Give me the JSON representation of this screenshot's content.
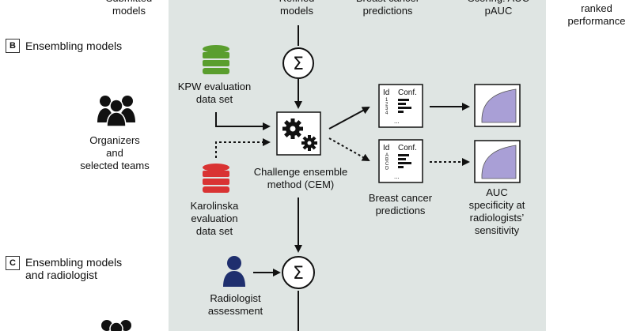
{
  "top": {
    "submitted_models": "Submitted\nmodels",
    "refined_models": "Refined\nmodels",
    "breast_cancer_predictions": "Breast cancer\npredictions",
    "scoring": "Scoring: AUC\npAUC",
    "ranked_performance": "ranked\nperformance"
  },
  "section_b": {
    "letter": "B",
    "title": "Ensembling models",
    "organizers": "Organizers\nand\nselected teams",
    "kpw": "KPW evaluation\ndata set",
    "karolinska": "Karolinska\nevaluation\ndata set",
    "cem": "Challenge ensemble\nmethod (CEM)",
    "predictions": "Breast cancer\npredictions",
    "auc": "AUC\nspecificity at\nradiologists’\nsensitivity"
  },
  "section_c": {
    "letter": "C",
    "title": "Ensembling models\nand radiologist",
    "radiologist": "Radiologist\nassessment"
  },
  "tables": [
    {
      "h1": "Id",
      "h2": "Conf.",
      "ids": [
        "1",
        "2",
        "3",
        "4",
        "..."
      ]
    },
    {
      "h1": "Id",
      "h2": "Conf.",
      "ids": [
        "A",
        "B",
        "C",
        "D",
        "..."
      ]
    }
  ],
  "symbols": {
    "sigma": "Σ"
  },
  "colors": {
    "panel": "#dfe5e3",
    "kpw_db": "#5a9e2e",
    "karolinska_db": "#d93333",
    "radiologist": "#1f2f6e",
    "curve_fill": "#a99fd6"
  },
  "icons": [
    "people-icon",
    "database-icon",
    "gears-icon",
    "sigma-icon",
    "radiologist-icon",
    "roc-curve-icon",
    "table-icon"
  ]
}
